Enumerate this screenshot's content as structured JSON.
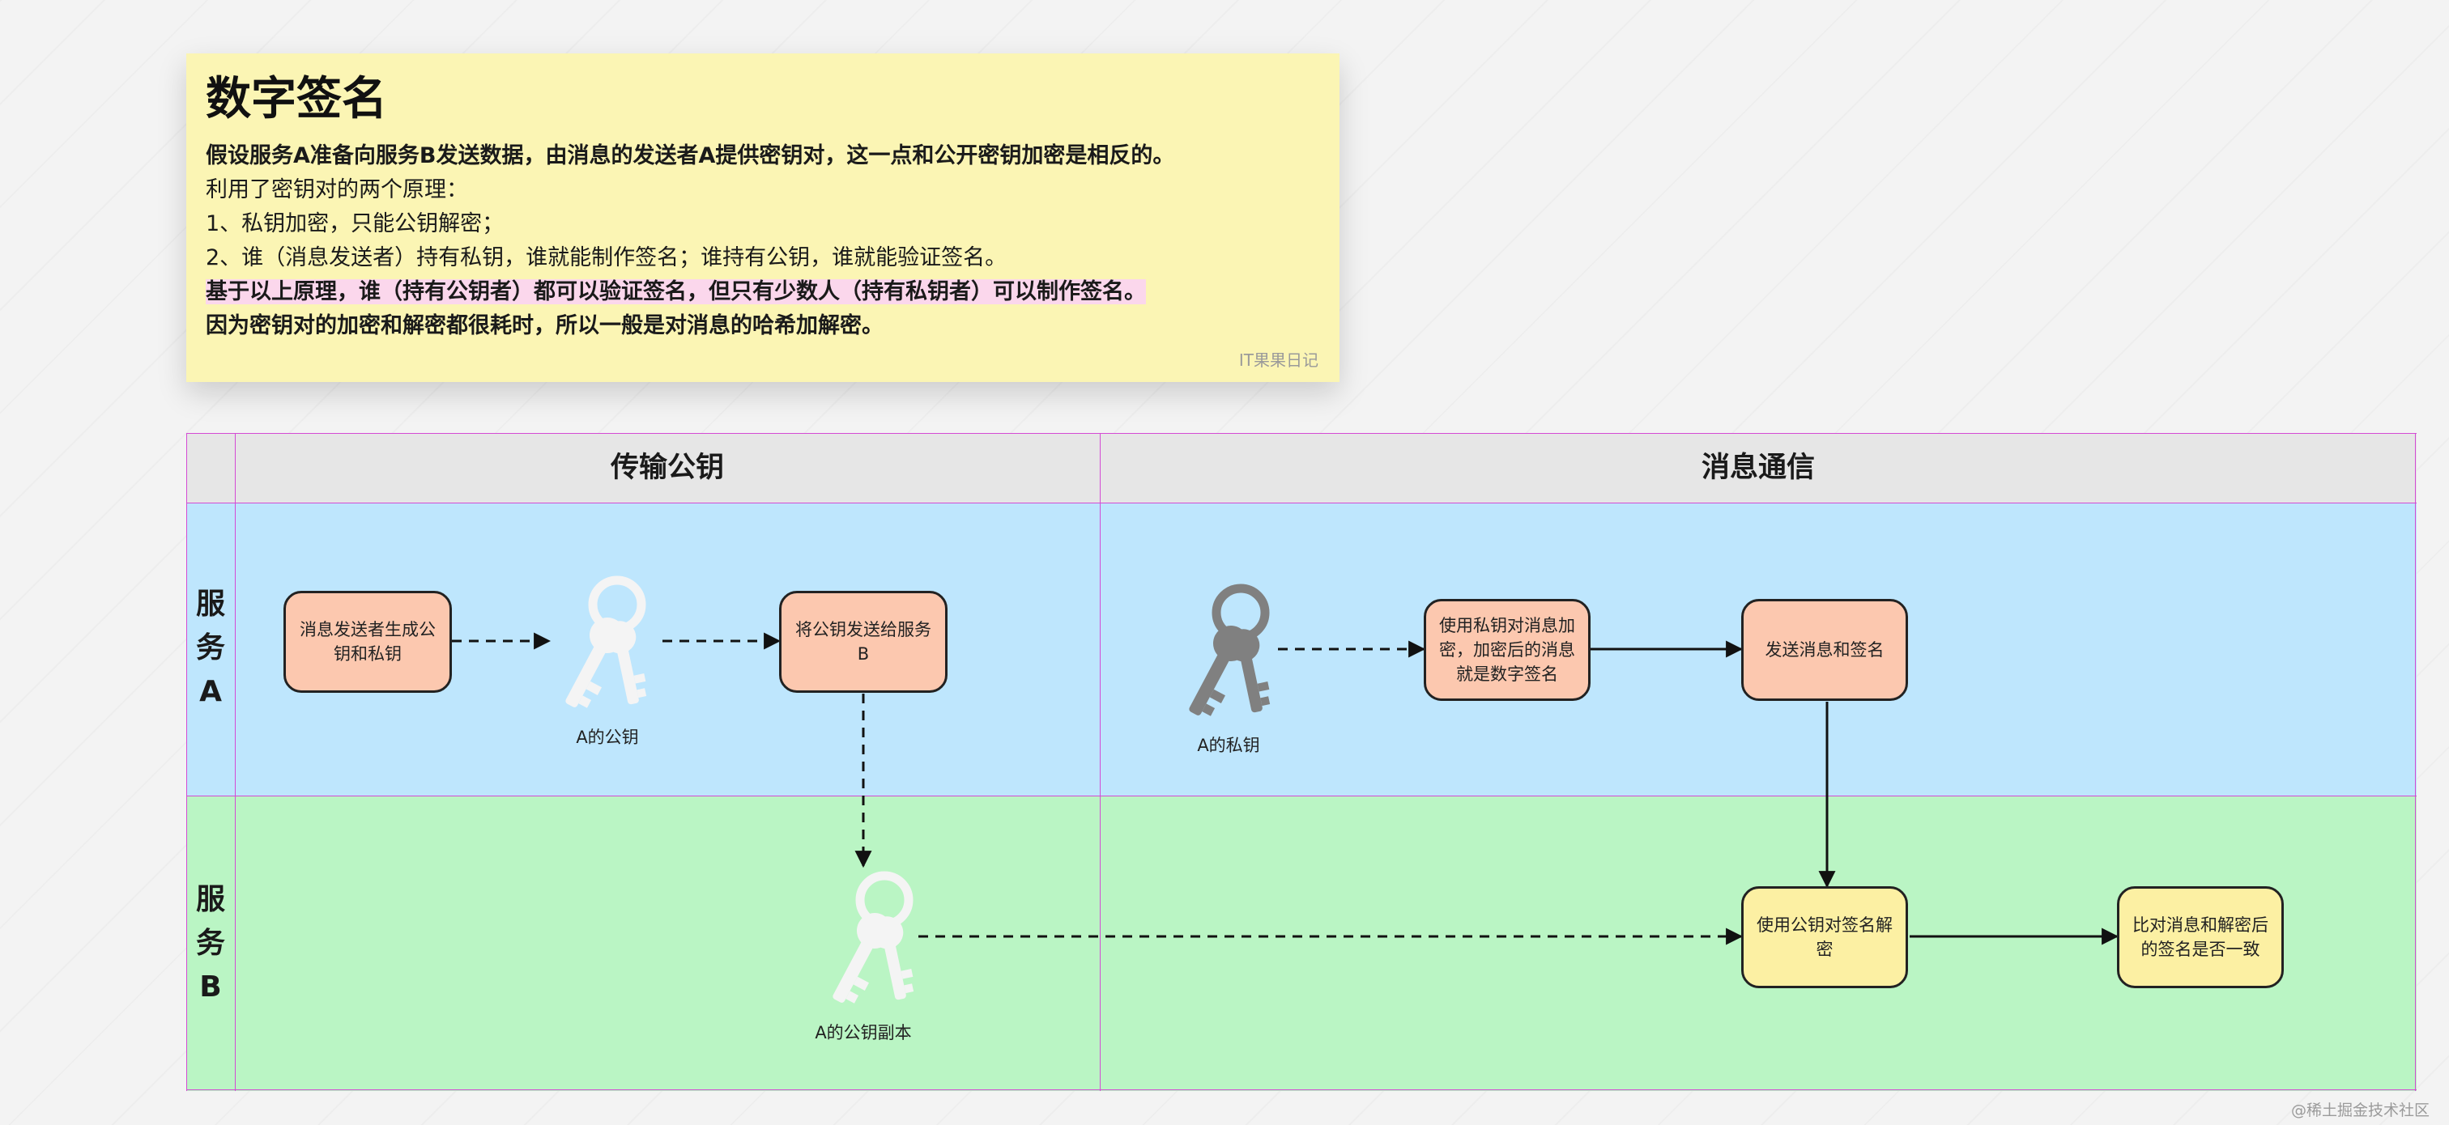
{
  "note": {
    "title": "数字签名",
    "lines": [
      {
        "text": "假设服务A准备向服务B发送数据，由消息的发送者A提供密钥对，这一点和公开密钥加密是相反的。",
        "bold": true
      },
      {
        "text": "利用了密钥对的两个原理：",
        "bold": false
      },
      {
        "text": "1、私钥加密，只能公钥解密；",
        "bold": false
      },
      {
        "text": "2、谁（消息发送者）持有私钥，谁就能制作签名；谁持有公钥，谁就能验证签名。",
        "bold": false
      },
      {
        "text": "基于以上原理，谁（持有公钥者）都可以验证签名，但只有少数人（持有私钥者）可以制作签名。",
        "bold": true,
        "highlight": true
      },
      {
        "text": "因为密钥对的加密和解密都很耗时，所以一般是对消息的哈希加解密。",
        "bold": true
      }
    ],
    "footer": "IT果果日记"
  },
  "diagram": {
    "columns": [
      "传输公钥",
      "消息通信"
    ],
    "lanes": [
      "服务A",
      "服务B"
    ],
    "nodes": {
      "gen_keys": "消息发送者生成公钥和私钥",
      "send_pubkey": "将公钥发送给服务B",
      "sign_msg": "使用私钥对消息加密，加密后的消息就是数字签名",
      "send_msg": "发送消息和签名",
      "decrypt_sig": "使用公钥对签名解密",
      "compare": "比对消息和解密后的签名是否一致"
    },
    "keys": {
      "a_public": "A的公钥",
      "a_private": "A的私钥",
      "a_public_copy": "A的公钥副本"
    }
  },
  "colors": {
    "note_bg": "#fbf5b4",
    "highlight": "#fbd7ec",
    "lane_a": "#bee6fd",
    "lane_b": "#baf5c4",
    "header": "#e6e6e6",
    "divider": "#d44bd4",
    "node_salmon": "#fcc8af",
    "node_yellow": "#fcf0a3",
    "key_public": "#f4f4f4",
    "key_private": "#808080"
  },
  "credit": "@稀土掘金技术社区"
}
